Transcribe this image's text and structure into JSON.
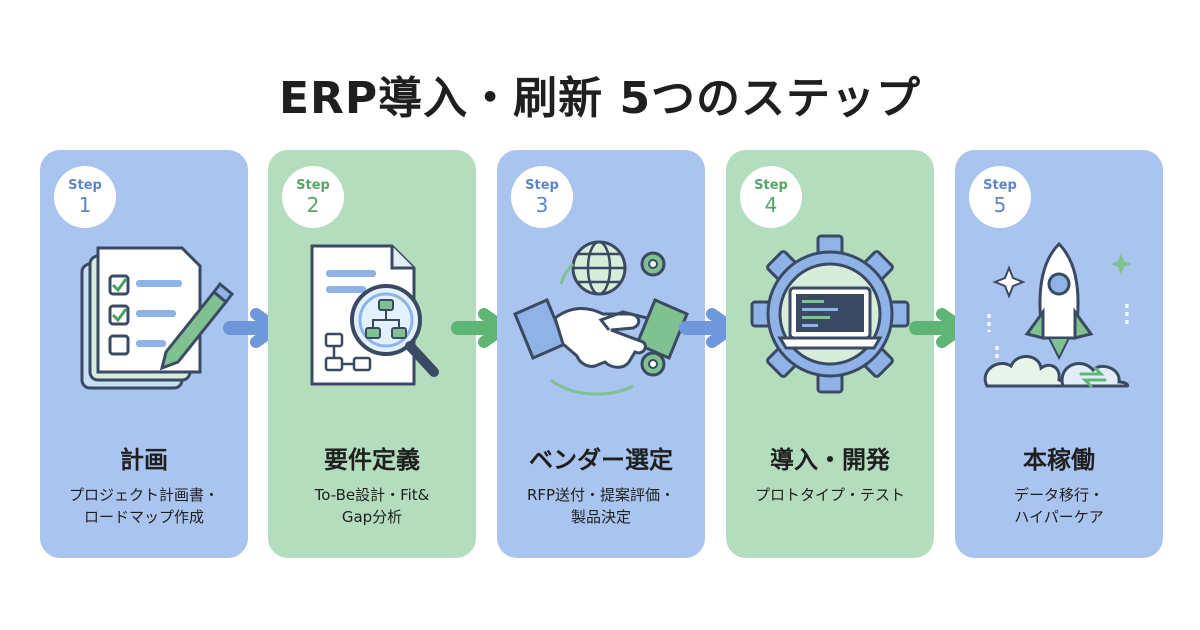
{
  "title": "ERP導入・刷新 5つのステップ",
  "step_label": "Step",
  "colors": {
    "blue_card": "#a9c4ee",
    "green_card": "#b3ddbc",
    "blue_arrow": "#6f98dc",
    "green_arrow": "#5fb574"
  },
  "steps": [
    {
      "number": "1",
      "title": "計画",
      "description": "プロジェクト計画書・\nロードマップ作成",
      "color": "blue",
      "icon": "checklist-pencil-icon"
    },
    {
      "number": "2",
      "title": "要件定義",
      "description": "To-Be設計・Fit&\nGap分析",
      "color": "green",
      "icon": "document-magnifier-icon"
    },
    {
      "number": "3",
      "title": "ベンダー選定",
      "description": "RFP送付・提案評価・\n製品決定",
      "color": "blue",
      "icon": "handshake-globe-icon"
    },
    {
      "number": "4",
      "title": "導入・開発",
      "description": "プロトタイプ・テスト",
      "color": "green",
      "icon": "gear-laptop-icon"
    },
    {
      "number": "5",
      "title": "本稼働",
      "description": "データ移行・\nハイパーケア",
      "color": "blue",
      "icon": "rocket-launch-icon"
    }
  ]
}
